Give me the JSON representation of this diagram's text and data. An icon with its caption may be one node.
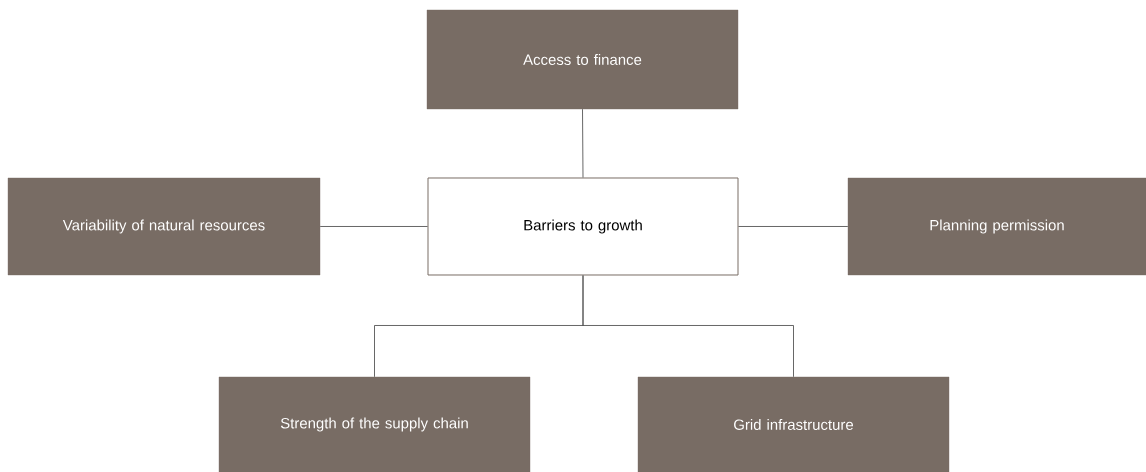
{
  "diagram": {
    "nodes": [
      {
        "text": [
          "Access to finance"
        ]
      },
      {
        "text": [
          "Variability of natural resources"
        ]
      },
      {
        "text": [
          "Barriers to growth"
        ]
      },
      {
        "text": [
          "Planning permission"
        ]
      },
      {
        "text": [
          "Strength of the supply chain"
        ]
      },
      {
        "text": [
          "Grid infrastructure"
        ]
      }
    ],
    "edges": [
      {
        "from": 2,
        "to": 0,
        "arrow": "none"
      },
      {
        "from": 2,
        "to": 1,
        "arrow": "none"
      },
      {
        "from": 2,
        "to": 3,
        "arrow": "none"
      },
      {
        "from": 2,
        "to": 4,
        "arrow": "none"
      },
      {
        "from": 2,
        "to": 5,
        "arrow": "none"
      }
    ]
  }
}
